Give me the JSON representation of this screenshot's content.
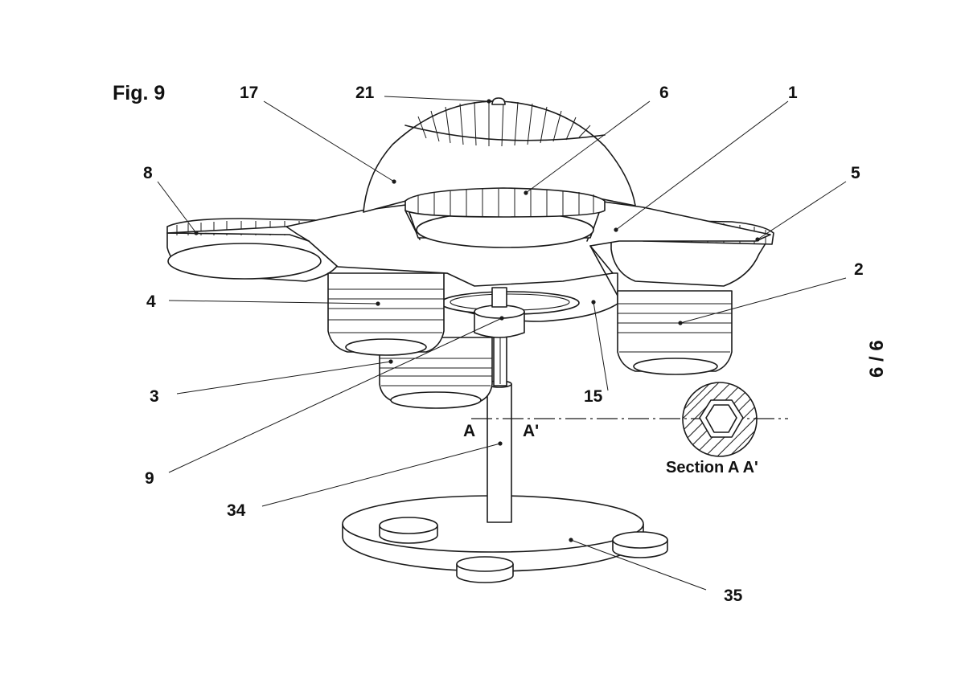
{
  "figure": {
    "title": "Fig. 9",
    "sheet": "6 / 6"
  },
  "labels": {
    "l17": "17",
    "l21": "21",
    "l6": "6",
    "l1": "1",
    "l8": "8",
    "l5": "5",
    "l2": "2",
    "l4": "4",
    "l3": "3",
    "l15": "15",
    "l9": "9",
    "l34": "34",
    "l35": "35",
    "a": "A",
    "a_prime": "A'"
  },
  "section": {
    "caption": "Section  A A'"
  }
}
